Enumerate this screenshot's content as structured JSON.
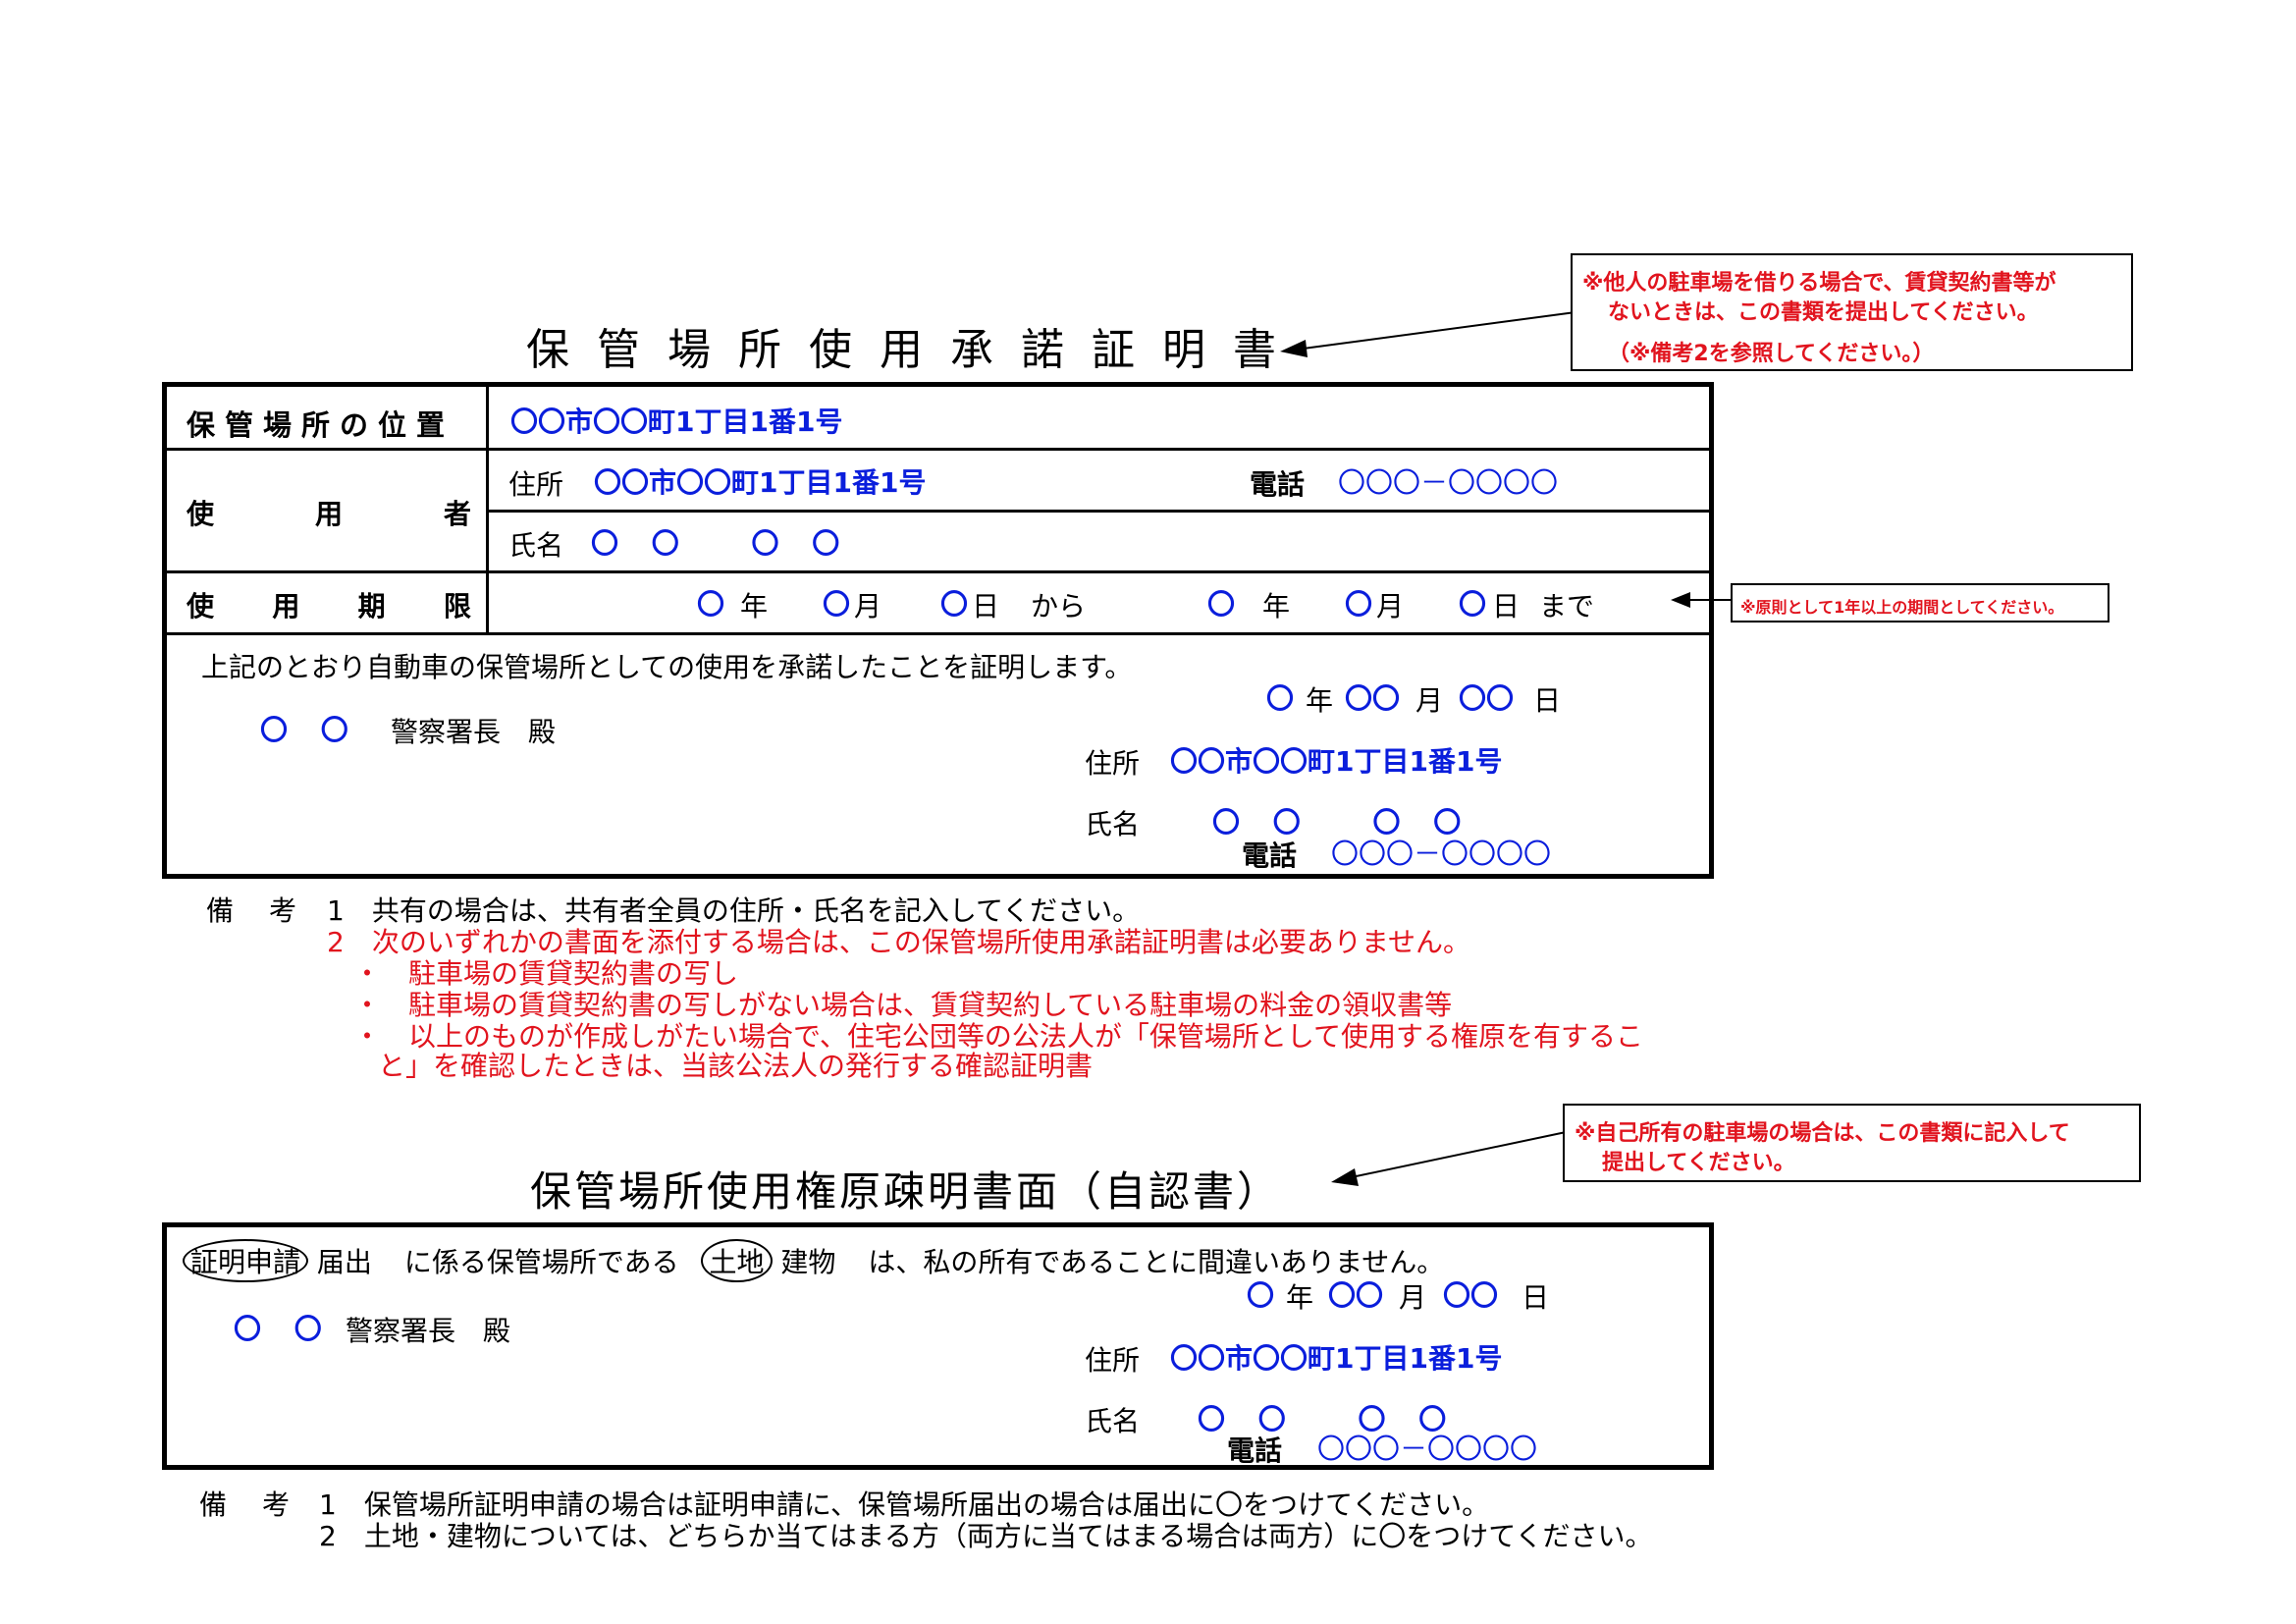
{
  "form1": {
    "title": "保管場所使用承諾証明書",
    "note": {
      "line1": "※他人の駐車場を借りる場合で、賃貸契約書等が",
      "line2": "ないときは、この書類を提出してください。",
      "line3": "（※備考2を参照してください。）"
    },
    "location_label": "保管場所の位置",
    "location_value": "〇〇市〇〇町1丁目1番1号",
    "user_label": "使用者",
    "address_label": "住所",
    "address_value": "〇〇市〇〇町1丁目1番1号",
    "phone_label": "電話",
    "phone_value": "〇〇〇－〇〇〇〇",
    "name_label": "氏名",
    "name_value": "〇 〇　 〇 〇",
    "period_label": "使用期限",
    "period": {
      "c1": "〇",
      "y1": "年",
      "c2": "〇",
      "m1": "月",
      "c3": "〇",
      "d1": "日",
      "from": "から",
      "c4": "〇",
      "y2": "年",
      "c5": "〇",
      "m2": "月",
      "c6": "〇",
      "d2": "日",
      "to": "まで"
    },
    "period_note": "※原則として1年以上の期間としてください。",
    "statement": "上記のとおり自動車の保管場所としての使用を承諾したことを証明します。",
    "date": {
      "c1": "〇",
      "y": "年",
      "c2": "〇〇",
      "m": "月",
      "c3": "〇〇",
      "d": "日"
    },
    "police_circles": "〇 〇",
    "police_label": "警察署長　殿",
    "signer_address_label": "住所",
    "signer_address_value": "〇〇市〇〇町1丁目1番1号",
    "signer_name_label": "氏名",
    "signer_name_value": "〇 〇　 〇 〇",
    "signer_phone_label": "電話",
    "signer_phone_value": "〇〇〇－〇〇〇〇",
    "remarks_label": "備　考",
    "remarks": [
      "1　共有の場合は、共有者全員の住所・氏名を記入してください。",
      "2　次のいずれかの書面を添付する場合は、この保管場所使用承諾証明書は必要ありません。",
      "・　駐車場の賃貸契約書の写し",
      "・　駐車場の賃貸契約書の写しがない場合は、賃貸契約している駐車場の料金の領収書等",
      "・　以上のものが作成しがたい場合で、住宅公団等の公法人が「保管場所として使用する権原を有するこ",
      "と」を確認したときは、当該公法人の発行する確認証明書"
    ]
  },
  "form2": {
    "title": "保管場所使用権原疎明書面（自認書）",
    "note": {
      "line1": "※自己所有の駐車場の場合は、この書類に記入して",
      "line2": "提出してください。"
    },
    "opt_cert": "証明申請",
    "opt_notice": "届出",
    "mid_text": "に係る保管場所である",
    "opt_land": "土地",
    "opt_building": "建物",
    "end_text": "は、私の所有であることに間違いありません。",
    "date": {
      "c1": "〇",
      "y": "年",
      "c2": "〇〇",
      "m": "月",
      "c3": "〇〇",
      "d": "日"
    },
    "police_circles": "〇 〇",
    "police_label": "警察署長　殿",
    "signer_address_label": "住所",
    "signer_address_value": "〇〇市〇〇町1丁目1番1号",
    "signer_name_label": "氏名",
    "signer_name_value": "〇 〇　 〇 〇",
    "signer_phone_label": "電話",
    "signer_phone_value": "〇〇〇－〇〇〇〇",
    "remarks_label": "備　考",
    "remarks": [
      "1　保管場所証明申請の場合は証明申請に、保管場所届出の場合は届出に〇をつけてください。",
      "2　土地・建物については、どちらか当てはまる方（両方に当てはまる場合は両方）に〇をつけてください。"
    ]
  }
}
